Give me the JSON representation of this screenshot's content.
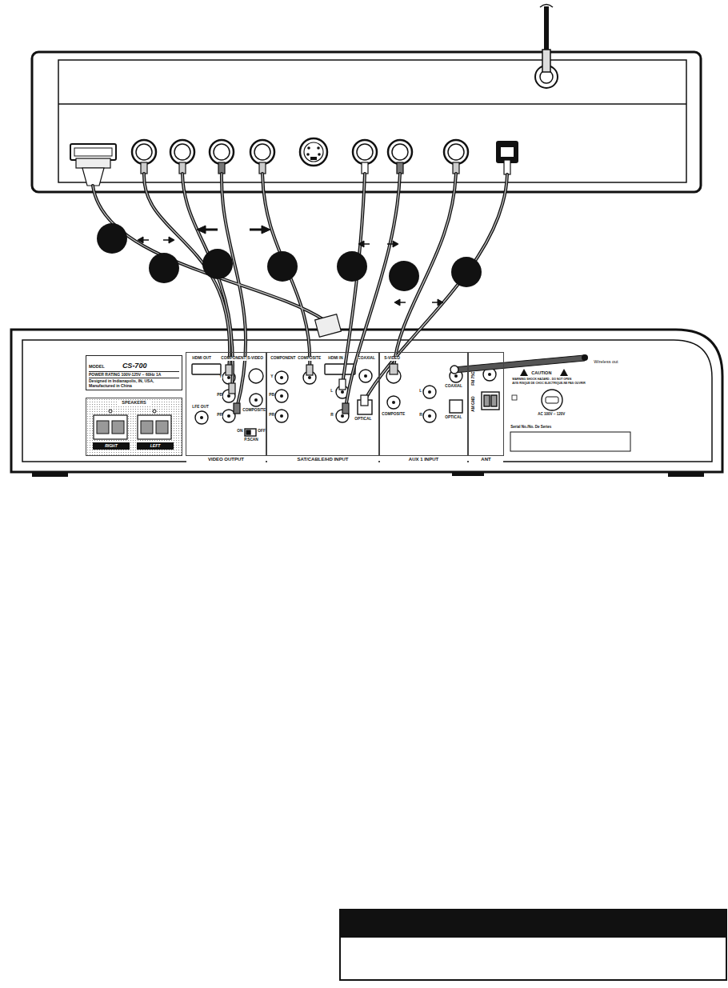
{
  "diagram": {
    "nodes": [
      {
        "text": [
          "MODEL",
          "CS-700",
          "POWER RATING 100V-125V ~ 60Hz 1A",
          "Designed in Indianapolis, IN, USA, Manufactured in China"
        ]
      },
      {
        "text": [
          "SPEAKERS"
        ]
      },
      {
        "text": [
          "RIGHT"
        ],
        "in": 1
      },
      {
        "text": [
          "LEFT"
        ],
        "in": 1
      },
      {
        "text": [
          "VIDEO OUTPUT"
        ]
      },
      {
        "text": [
          "SAT/CABLE/HD INPUT"
        ]
      },
      {
        "text": [
          "AUX 1 INPUT"
        ]
      },
      {
        "text": [
          "ANT"
        ]
      }
    ],
    "labels": [
      "HDMI OUT",
      "COMPONENT",
      "S-VIDEO",
      "Y",
      "PB",
      "PR",
      "LFE OUT",
      "COMPOSITE",
      "ON",
      "OFF",
      "P.SCAN",
      "COMPONENT",
      "COMPOSITE",
      "Y",
      "PB",
      "PR",
      "HDMI IN",
      "COAXIAL",
      "L",
      "R",
      "OPTICAL",
      "S-VIDEO",
      "COMPOSITE",
      "L",
      "R",
      "COAXIAL",
      "OPTICAL",
      "FM 75Ω",
      "AM GND",
      "CAUTION",
      "WARNING SHOCK HAZARD - DO NOT OPEN",
      "AVIS RISQUE DE CHOC ELECTRIQUE-NE PAS OUVRIR",
      "Wireless out",
      "AC 100V ~ 120V",
      "Serial No./No. De Series"
    ]
  }
}
